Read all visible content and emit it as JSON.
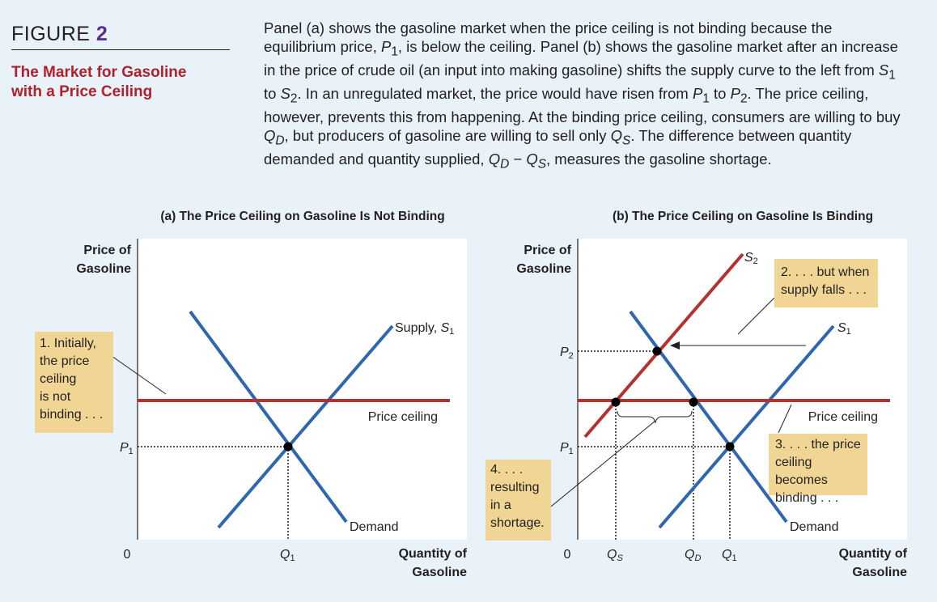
{
  "figure": {
    "label_word": "FIGURE",
    "label_number": "2",
    "title_line1": "The Market for Gasoline",
    "title_line2": "with a Price Ceiling"
  },
  "caption": {
    "part1": "Panel (a) shows the gasoline market when the price ceiling is not binding because the equilibrium price, ",
    "part2": ", is below the ceiling. Panel (b) shows the gasoline market after an increase in the price of crude oil (an input into making gasoline) shifts the supply curve to the left from ",
    "part3": " to ",
    "part4": ". In an unregulated market, the price would have risen from ",
    "part5": " to ",
    "part6": ". The price ceiling, however, prevents this from happening. At the binding price ceiling, consumers are willing to buy ",
    "part7": ", but producers of gasoline are willing to sell only ",
    "part8": ". The difference between quantity demanded and quantity supplied, ",
    "minus": " − ",
    "part9": ", measures the gasoline shortage."
  },
  "symbols": {
    "P": "P",
    "S": "S",
    "Q": "Q",
    "sub1": "1",
    "sub2": "2",
    "subD": "D",
    "subS": "S"
  },
  "panel_a": {
    "title": "(a) The Price Ceiling on Gasoline Is Not Binding",
    "y_label_1": "Price of",
    "y_label_2": "Gasoline",
    "x_label_1": "Quantity of",
    "x_label_2": "Gasoline",
    "origin": "0",
    "supply_label": "Supply, ",
    "price_ceiling_label": "Price ceiling",
    "demand_label": "Demand",
    "note_1": "1. Initially,",
    "note_2": "the price",
    "note_3": "ceiling",
    "note_4": "is not",
    "note_5": "binding . . ."
  },
  "panel_b": {
    "title": "(b) The Price Ceiling on Gasoline Is Binding",
    "y_label_1": "Price of",
    "y_label_2": "Gasoline",
    "x_label_1": "Quantity of",
    "x_label_2": "Gasoline",
    "origin": "0",
    "price_ceiling_label": "Price ceiling",
    "demand_label": "Demand",
    "note2_1": "2. . . . but when",
    "note2_2": "supply falls . . .",
    "note3_1": "3. . . . the price",
    "note3_2": "ceiling becomes",
    "note3_3": "binding . . .",
    "note4_1": "4. . . .",
    "note4_2": "resulting",
    "note4_3": "in a",
    "note4_4": "shortage."
  },
  "colors": {
    "background": "#e8f2f8",
    "blue_curve": "#2e66b0",
    "red_curve": "#b5312f",
    "note_fill": "#f0d594",
    "figure_number": "#5a2d91",
    "figure_title": "#b2202c"
  }
}
